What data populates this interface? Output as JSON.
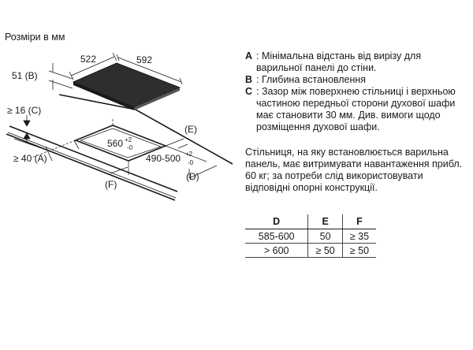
{
  "title": "Розміри в мм",
  "diagram": {
    "dim_522": "522",
    "dim_592": "592",
    "dim_b": "51 (B)",
    "dim_c": "≥ 16 (C)",
    "dim_a": "≥ 40 (A)",
    "cutout_width": "560",
    "cutout_width_tol_plus": "+2",
    "cutout_width_tol_minus": "-0",
    "cutout_depth": "490-500",
    "cutout_depth_tol_plus": "+2",
    "cutout_depth_tol_minus": "-0",
    "label_e": "(E)",
    "label_d": "(D)",
    "label_f": "(F)"
  },
  "notes": [
    {
      "key": "A",
      "text": ": Мінімальна відстань від вирізу для варильної панелі до стіни."
    },
    {
      "key": "B",
      "text": ": Глибина встановлення"
    },
    {
      "key": "C",
      "text": ": Зазор між поверхнею стільниці і верхньою частиною передньої сторони духової шафи має становити 30 мм. Див. вимоги щодо розміщення духової шафи."
    }
  ],
  "paragraph": "Стільниця, на яку встановлюється варильна панель, має витримувати навантаження прибл. 60 кг; за потреби слід використовувати відповідні опорні конструкції.",
  "table": {
    "headers": [
      "D",
      "E",
      "F"
    ],
    "rows": [
      [
        "585-600",
        "50",
        "≥ 35"
      ],
      [
        "> 600",
        "≥ 50",
        "≥ 50"
      ]
    ]
  }
}
